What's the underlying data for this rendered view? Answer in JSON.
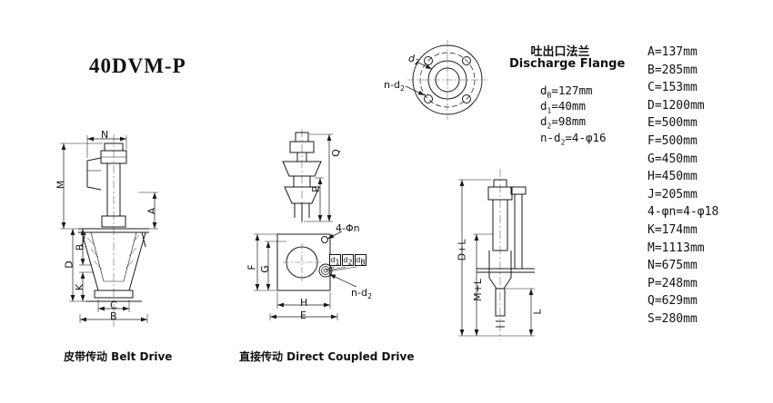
{
  "title": "40DVM-P",
  "flange_detail": {
    "title_cn": "吐出口法兰",
    "title_en": "Discharge Flange",
    "specs": [
      {
        "base": "d",
        "sub": "B",
        "rest": "=127mm"
      },
      {
        "base": "d",
        "sub": "1",
        "rest": "=40mm"
      },
      {
        "base": "d",
        "sub": "2",
        "rest": "=98mm"
      },
      {
        "base": "n-d",
        "sub": "2",
        "rest": "=4-φ16"
      }
    ],
    "callouts": {
      "n_d2": {
        "base": "n-d",
        "sub": "2"
      },
      "d2": {
        "base": "d",
        "sub": "2"
      }
    }
  },
  "dimension_list": {
    "items": [
      "A=137mm",
      "B=285mm",
      "C=153mm",
      "D=1200mm",
      "E=500mm",
      "F=500mm",
      "G=450mm",
      "H=450mm",
      "J=205mm",
      "4-φn=4-φ18",
      "K=174mm",
      "M=1113mm",
      "N=675mm",
      "P=248mm",
      "Q=629mm",
      "S=280mm"
    ]
  },
  "belt_drive": {
    "caption": "皮带传动 Belt Drive",
    "labels": {
      "n": "N",
      "m": "M",
      "a": "A",
      "d": "D",
      "b_side": "B",
      "k": "K",
      "c": "C",
      "b_bottom": "B"
    }
  },
  "direct_drive": {
    "caption": "直接传动 Direct Coupled Drive",
    "labels": {
      "q": "Q",
      "p": "P",
      "f": "F",
      "g": "G",
      "h": "H",
      "e": "E",
      "bolt": "4-Φn"
    },
    "port_boxes": [
      {
        "base": "d",
        "sub": "1"
      },
      {
        "base": "d",
        "sub": "2"
      },
      {
        "base": "d",
        "sub": "B"
      }
    ],
    "n_d2": {
      "base": "n-d",
      "sub": "2"
    }
  },
  "side_view": {
    "labels": {
      "dl": "D+L",
      "ml": "M+L",
      "l": "L"
    }
  }
}
